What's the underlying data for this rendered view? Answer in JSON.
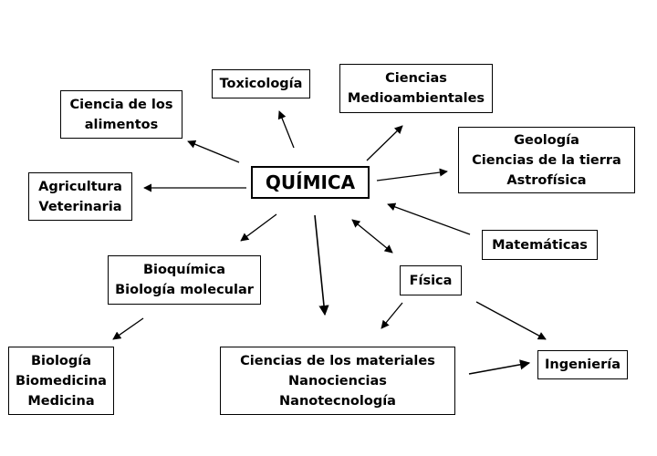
{
  "diagram": {
    "center": {
      "label": "QUÍMICA"
    },
    "nodes": {
      "toxicologia": {
        "lines": [
          "Toxicología"
        ]
      },
      "medioambientales": {
        "lines": [
          "Ciencias",
          "Medioambientales"
        ]
      },
      "alimentos": {
        "lines": [
          "Ciencia de los",
          "alimentos"
        ]
      },
      "geologia": {
        "lines": [
          "Geología",
          "Ciencias de la tierra",
          "Astrofísica"
        ]
      },
      "agricultura": {
        "lines": [
          "Agricultura",
          "Veterinaria"
        ]
      },
      "matematicas": {
        "lines": [
          "Matemáticas"
        ]
      },
      "bioquimica": {
        "lines": [
          "Bioquímica",
          "Biología molecular"
        ]
      },
      "fisica": {
        "lines": [
          "Física"
        ]
      },
      "biologia": {
        "lines": [
          "Biología",
          "Biomedicina",
          "Medicina"
        ]
      },
      "materiales": {
        "lines": [
          "Ciencias de los materiales",
          "Nanociencias",
          "Nanotecnología"
        ]
      },
      "ingenieria": {
        "lines": [
          "Ingeniería"
        ]
      }
    },
    "connections": [
      {
        "from": "quimica",
        "to": "toxicologia"
      },
      {
        "from": "quimica",
        "to": "medioambientales"
      },
      {
        "from": "quimica",
        "to": "alimentos"
      },
      {
        "from": "quimica",
        "to": "geologia"
      },
      {
        "from": "quimica",
        "to": "agricultura"
      },
      {
        "from": "matematicas",
        "to": "quimica"
      },
      {
        "from": "quimica",
        "to": "bioquimica"
      },
      {
        "from": "quimica",
        "to": "fisica",
        "bidirectional": true
      },
      {
        "from": "quimica",
        "to": "materiales"
      },
      {
        "from": "bioquimica",
        "to": "biologia"
      },
      {
        "from": "fisica",
        "to": "materiales"
      },
      {
        "from": "fisica",
        "to": "ingenieria"
      },
      {
        "from": "materiales",
        "to": "ingenieria"
      }
    ]
  }
}
